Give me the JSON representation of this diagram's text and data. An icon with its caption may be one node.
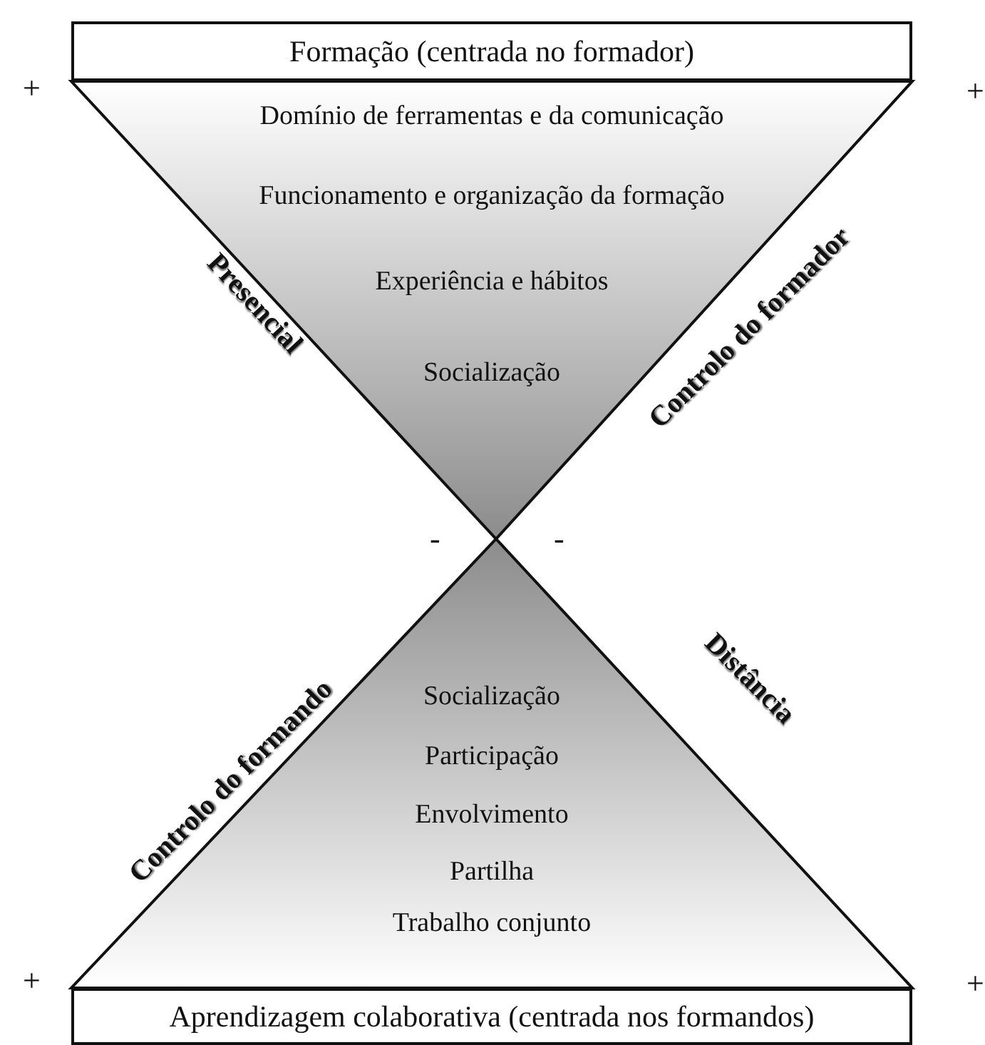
{
  "diagram": {
    "nodes": [
      {
        "text": [
          "Formação (centrada no formador)"
        ]
      },
      {
        "text": [
          "Domínio de ferramentas e da comunicação",
          "Funcionamento e organização da formação",
          "Experiência e hábitos",
          "Socialização"
        ]
      },
      {
        "text": [
          "Socialização",
          "Participação",
          "Envolvimento",
          "Partilha",
          "Trabalho conjunto"
        ]
      },
      {
        "text": [
          "Aprendizagem colaborativa (centrada nos formandos)"
        ]
      }
    ],
    "labels": [
      "+",
      "+",
      "Presencial",
      "Controlo do formador",
      "-",
      "-",
      "Controlo do formando",
      "Distância",
      "+",
      "+"
    ]
  }
}
